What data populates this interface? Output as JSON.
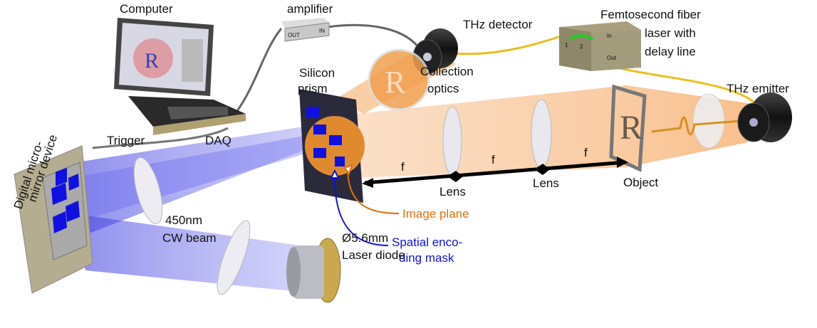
{
  "labels": {
    "computer": "Computer",
    "amplifier": "amplifier",
    "thz_detector": "THz detector",
    "fiber_laser": [
      "Femtosecond fiber",
      "laser with",
      "delay line"
    ],
    "silicon_prism": [
      "Silicon",
      "prism"
    ],
    "collection_optics": [
      "Collection",
      "optics"
    ],
    "thz_emitter": "THz emitter",
    "trigger": "Trigger",
    "daq": "DAQ",
    "dmd": [
      "Digital micro-",
      "mirror device"
    ],
    "focal_1": "f",
    "focal_2": "f",
    "focal_3": "f",
    "lens_1": "Lens",
    "lens_2": "Lens",
    "object": "Object",
    "image_plane": "Image plane",
    "mask": [
      "Spatial enco-",
      "ding mask"
    ],
    "cw_beam": [
      "450nm",
      "CW beam"
    ],
    "laser_diode": [
      "Ø5.6mm",
      "Laser diode"
    ],
    "box_ports": {
      "port1": "1",
      "port2": "2",
      "in": "In",
      "out": "Out"
    },
    "amp_ports": {
      "out": "OUT",
      "in": "IN"
    },
    "object_letter": "R"
  },
  "colors": {
    "thz_beam": "#f5a55a",
    "blue_beam": "#5a5ae6",
    "image_plane": "#e07010",
    "mask": "#1010e0",
    "fiber": "#e8c020"
  }
}
